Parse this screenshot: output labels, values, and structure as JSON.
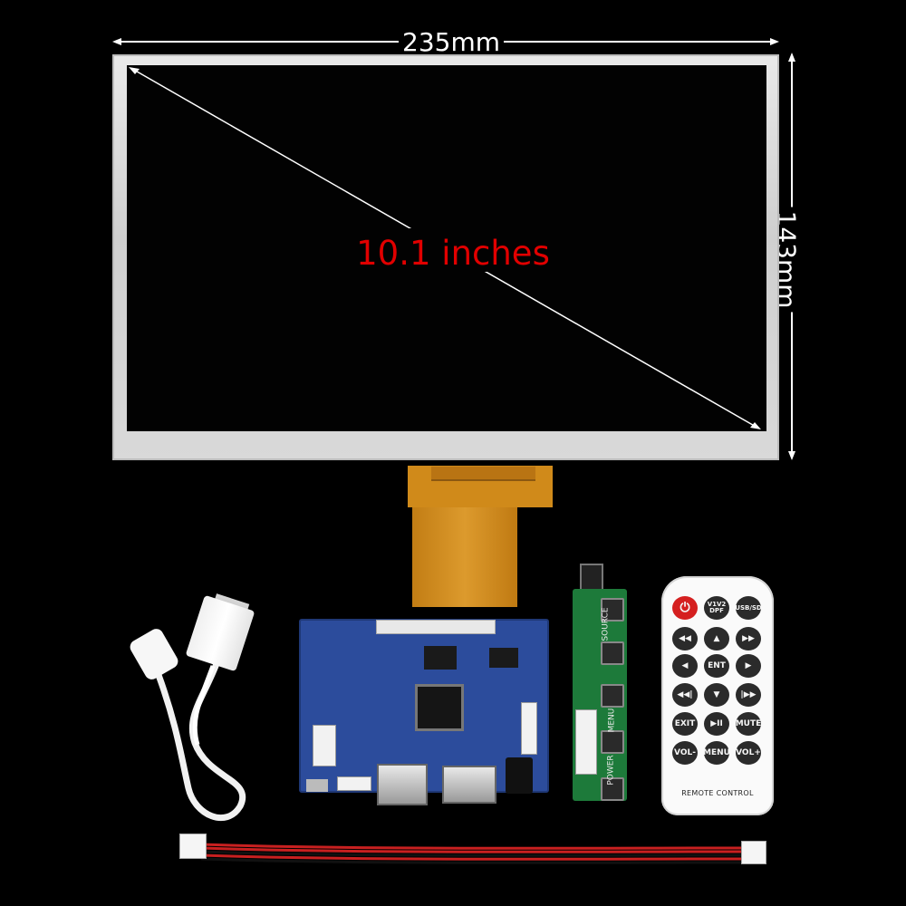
{
  "dimensions": {
    "width_label": "235mm",
    "height_label": "143mm",
    "diagonal_label": "10.1 inches"
  },
  "keyboard": {
    "source_label": "SOURCE",
    "menu_label": "MENU",
    "power_label": "POWER"
  },
  "remote": {
    "label": "REMOTE CONTROL",
    "buttons": {
      "power": "⏻",
      "v1v2dpf": "V1V2 DPF",
      "usbsd": "USB/SD",
      "rew": "◀◀",
      "up": "▲",
      "ff": "▶▶",
      "left": "◀",
      "ent": "ENT",
      "right": "▶",
      "prev": "◀◀|",
      "down": "▼",
      "next": "|▶▶",
      "exit": "EXIT",
      "play": "▶II",
      "mute": "MUTE",
      "vol_minus": "VOL-",
      "menu": "MENU",
      "vol_plus": "VOL+"
    }
  },
  "colors": {
    "background": "#000000",
    "diagonal_text": "#e10000",
    "board": "#2c4c9c",
    "keyboard": "#1d7a3a",
    "fpc": "#d08a1a",
    "cable_red": "#c82020"
  }
}
